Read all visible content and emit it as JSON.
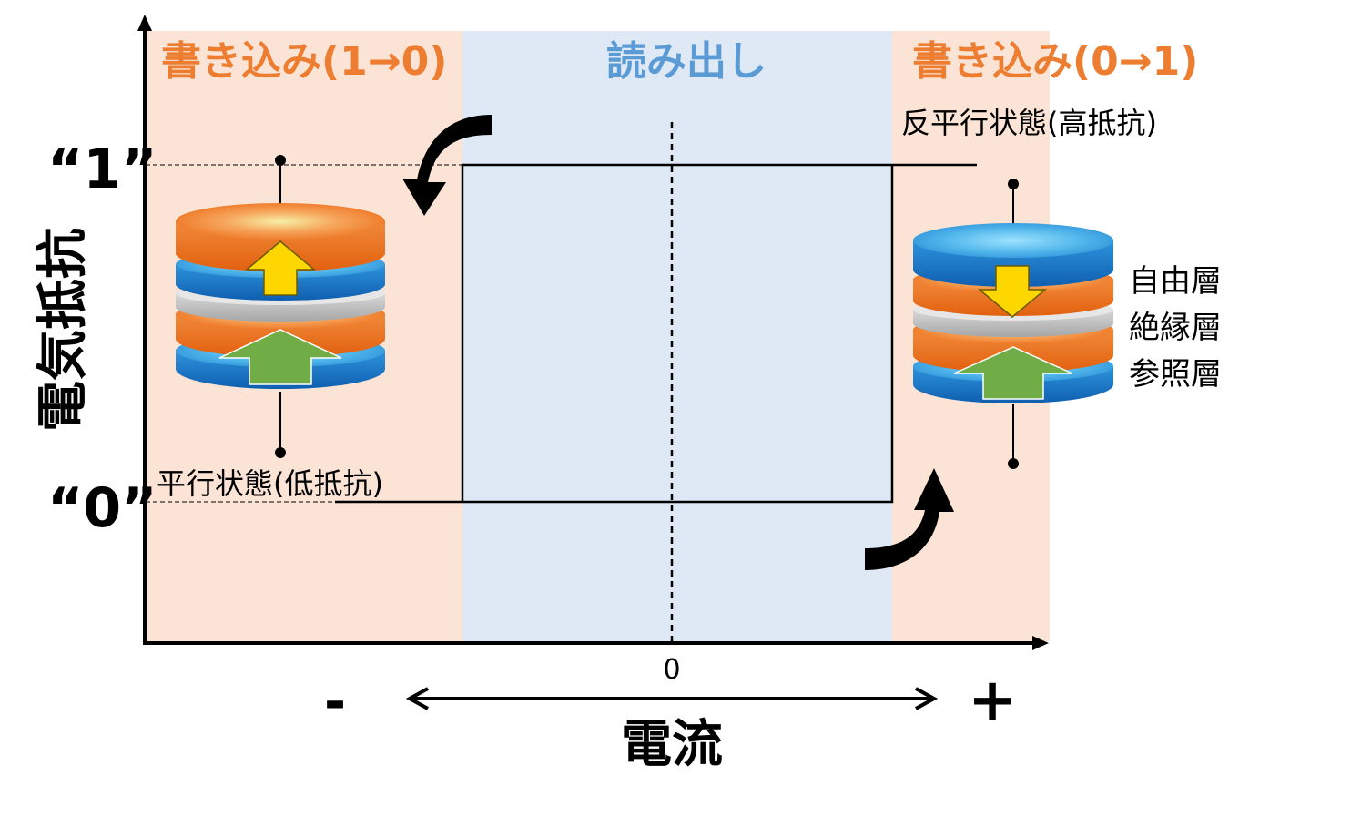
{
  "regions": {
    "write_left": "書き込み(1→0)",
    "read": "読み出し",
    "write_right": "書き込み(0→1)"
  },
  "y_axis": {
    "label": "電気抵抗",
    "level_high": "“1”",
    "level_low": "“0”"
  },
  "x_axis": {
    "label": "電流",
    "zero": "0",
    "minus": "-",
    "plus": "+"
  },
  "states": {
    "antiparallel": "反平行状態(高抵抗)",
    "parallel": "平行状態(低抵抗)"
  },
  "layers": {
    "free": "自由層",
    "insulating": "絶縁層",
    "reference": "参照層"
  },
  "colors": {
    "write_bg": "#fbe4d5",
    "read_bg": "#dee9f5",
    "write_text": "#ed7d31",
    "read_text": "#5b9bd5",
    "orange_layer": "#ed7d31",
    "blue_layer": "#1f78c8",
    "insulator": "#bfbfbf",
    "free_arrow": "#ffd700",
    "ref_arrow": "#70ad47"
  },
  "icons": [
    "curved-arrow-down-icon",
    "curved-arrow-up-icon",
    "mtj-parallel-icon",
    "mtj-antiparallel-icon",
    "double-headed-arrow-icon"
  ]
}
